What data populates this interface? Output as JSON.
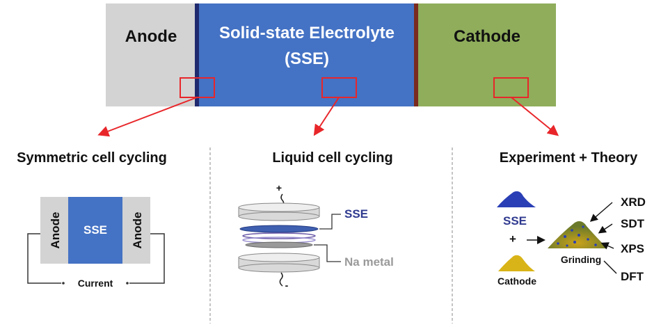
{
  "top_bar": {
    "anode_label": "Anode",
    "sse_label_line1": "Solid-state Electrolyte",
    "sse_label_line2": "(SSE)",
    "cathode_label": "Cathode"
  },
  "sections": {
    "symmetric": {
      "title": "Symmetric cell cycling",
      "left_anode": "Anode",
      "sse": "SSE",
      "right_anode": "Anode",
      "current": "Current"
    },
    "liquid": {
      "title": "Liquid cell cycling",
      "plus": "+",
      "minus": "-",
      "sse_label": "SSE",
      "na_metal_label": "Na metal"
    },
    "experiment": {
      "title": "Experiment + Theory",
      "sse_label": "SSE",
      "plus": "+",
      "cathode_label": "Cathode",
      "grinding_label": "Grinding",
      "techniques": [
        "XRD",
        "SDT",
        "XPS",
        "DFT"
      ]
    }
  },
  "colors": {
    "anode_gray": "#d3d3d3",
    "sse_blue": "#4472c4",
    "cathode_green": "#8fad5b",
    "highlight_red": "#e8262a",
    "sse_text_navy": "#2f3a8f",
    "cathode_powder_yellow": "#d9b418"
  }
}
